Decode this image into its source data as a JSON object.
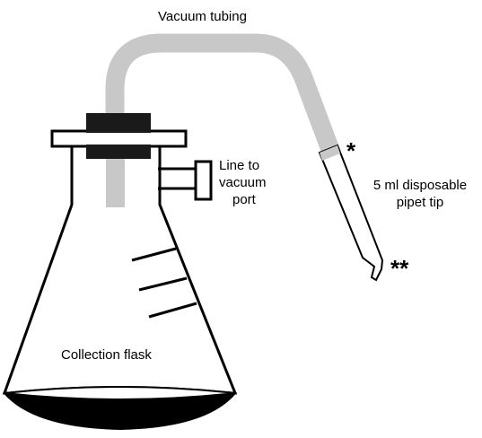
{
  "labels": {
    "tubing": "Vacuum tubing",
    "vacuum_line_1": "Line to",
    "vacuum_line_2": "vacuum",
    "vacuum_line_3": "port",
    "pipet_line_1": "5 ml disposable",
    "pipet_line_2": "pipet tip",
    "flask": "Collection flask",
    "marker_single": "*",
    "marker_double": "**"
  },
  "colors": {
    "tubing": "#c8c8c8",
    "outline": "#000000",
    "fill": "#ffffff",
    "stopper": "#1a1a1a"
  }
}
